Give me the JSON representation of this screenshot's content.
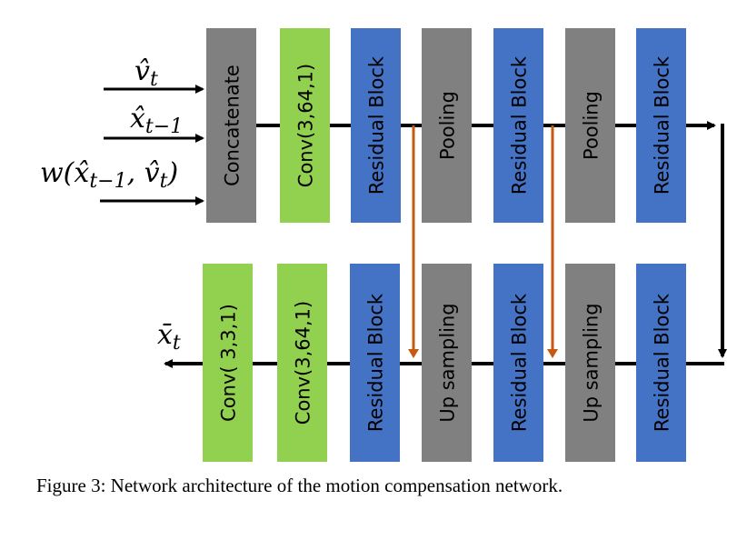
{
  "figure": {
    "caption": "Figure 3: Network architecture of the motion compensation network.",
    "colors": {
      "conv": "#92d050",
      "residual": "#4472c4",
      "gray": "#808080",
      "skip_arrow": "#c55a11",
      "line": "#000000"
    },
    "inputs": [
      {
        "label": "v̂_t",
        "base": "v̂",
        "sub": "t"
      },
      {
        "label": "x̂_{t−1}",
        "base": "x̂",
        "sub": "t−1"
      },
      {
        "label": "w(x̂_{t−1}, v̂_t)"
      }
    ],
    "output": {
      "label": "x̄_t",
      "base": "x̄",
      "sub": "t"
    },
    "encoder_blocks": [
      {
        "label": "Concatenate",
        "type": "gray"
      },
      {
        "label": "Conv(3,64,1)",
        "type": "conv"
      },
      {
        "label": "Residual Block",
        "type": "residual"
      },
      {
        "label": "Pooling",
        "type": "gray"
      },
      {
        "label": "Residual Block",
        "type": "residual"
      },
      {
        "label": "Pooling",
        "type": "gray"
      },
      {
        "label": "Residual Block",
        "type": "residual"
      }
    ],
    "decoder_blocks": [
      {
        "label": "Conv( 3,3,1)",
        "type": "conv"
      },
      {
        "label": "Conv(3,64,1)",
        "type": "conv"
      },
      {
        "label": "Residual Block",
        "type": "residual"
      },
      {
        "label": "Up sampling",
        "type": "gray"
      },
      {
        "label": "Residual Block",
        "type": "residual"
      },
      {
        "label": "Up sampling",
        "type": "gray"
      },
      {
        "label": "Residual Block",
        "type": "residual"
      }
    ],
    "skip_connections": [
      {
        "from": "encoder Residual Block 1",
        "to": "decoder Up sampling 1"
      },
      {
        "from": "encoder Residual Block 2",
        "to": "decoder Up sampling 2"
      }
    ]
  }
}
